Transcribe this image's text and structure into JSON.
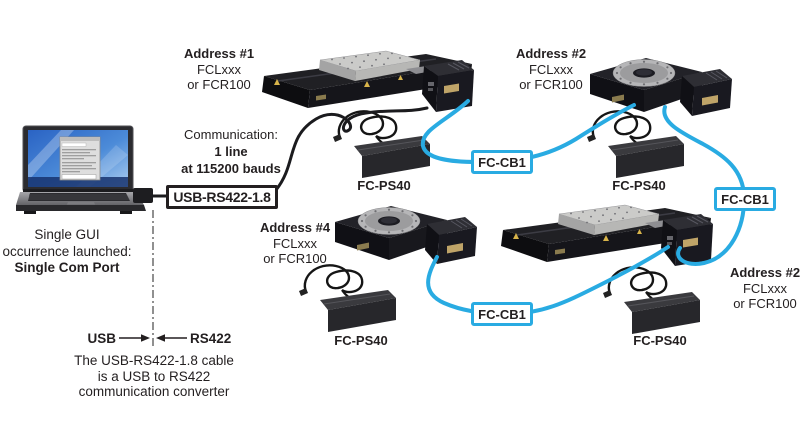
{
  "colors": {
    "cable_blue": "#29abe2",
    "ink": "#231f20"
  },
  "laptop_caption": {
    "line1": "Single GUI",
    "line2": "occurrence launched:",
    "line3": "Single Com Port"
  },
  "communication": {
    "line1": "Communication:",
    "line2": "1 line",
    "line3": "at 115200 bauds"
  },
  "converter": {
    "label": "USB-RS422-1.8"
  },
  "divider": {
    "left": "USB",
    "right": "RS422"
  },
  "converter_note": {
    "line1": "The USB-RS422-1.8 cable",
    "line2": "is a USB to RS422",
    "line3": "communication converter"
  },
  "stages": [
    {
      "address": "Address #1",
      "model_line1": "FCLxxx",
      "model_line2": "or FCR100"
    },
    {
      "address": "Address #2",
      "model_line1": "FCLxxx",
      "model_line2": "or FCR100"
    },
    {
      "address": "Address #4",
      "model_line1": "FCLxxx",
      "model_line2": "or FCR100"
    },
    {
      "address": "Address #2",
      "model_line1": "FCLxxx",
      "model_line2": "or FCR100"
    }
  ],
  "cable_labels": {
    "cb1": "FC-CB1",
    "cb2": "FC-CB1",
    "cb3": "FC-CB1"
  },
  "psu_labels": {
    "ps1": "FC-PS40",
    "ps2": "FC-PS40",
    "ps3": "FC-PS40",
    "ps4": "FC-PS40"
  }
}
